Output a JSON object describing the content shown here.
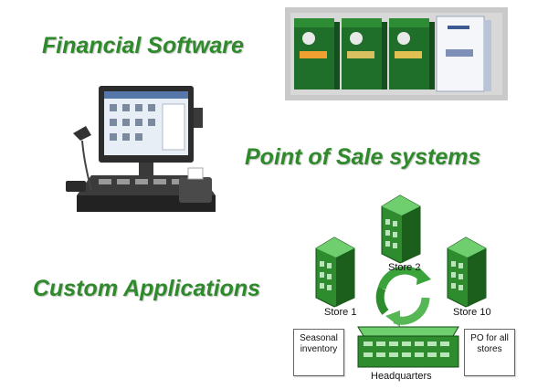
{
  "headings": {
    "financial": "Financial Software",
    "pos": "Point of Sale systems",
    "custom": "Custom Applications"
  },
  "network": {
    "store2": "Store 2",
    "store1": "Store 1",
    "store10": "Store 10",
    "headquarters": "Headquarters",
    "seasonal_line1": "Seasonal",
    "seasonal_line2": "inventory",
    "po_line1": "PO for all",
    "po_line2": "stores"
  },
  "colors": {
    "heading_green": "#2f8a2b",
    "building_green": "#2e8b2e",
    "arrow_green": "#3aa33a"
  }
}
